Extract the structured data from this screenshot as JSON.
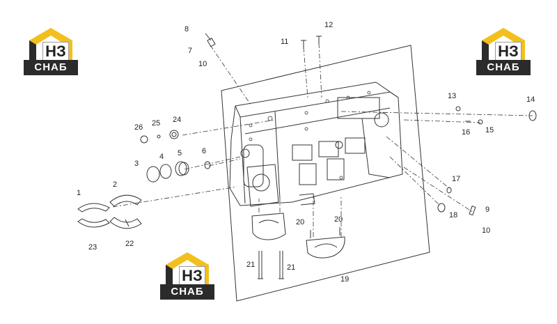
{
  "logos": [
    {
      "mark": "НЗ",
      "text": "СНАБ"
    },
    {
      "mark": "НЗ",
      "text": "СНАБ"
    },
    {
      "mark": "НЗ",
      "text": "СНАБ"
    }
  ],
  "colors": {
    "logo_yellow": "#f2c01e",
    "logo_dark": "#2b2b2b",
    "line": "#333333"
  },
  "callouts": {
    "c1": "1",
    "c2": "2",
    "c3": "3",
    "c4": "4",
    "c5": "5",
    "c6": "6",
    "c7": "7",
    "c8": "8",
    "c9": "9",
    "c10a": "10",
    "c10b": "10",
    "c11": "11",
    "c12": "12",
    "c13": "13",
    "c14": "14",
    "c15": "15",
    "c16": "16",
    "c17": "17",
    "c18": "18",
    "c19": "19",
    "c20a": "20",
    "c20b": "20",
    "c21a": "21",
    "c21b": "21",
    "c22": "22",
    "c23": "23",
    "c24": "24",
    "c25": "25",
    "c26": "26"
  }
}
